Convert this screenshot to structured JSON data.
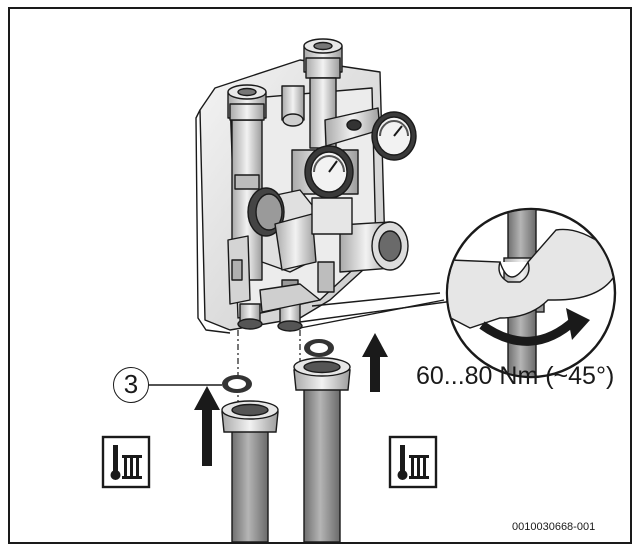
{
  "callout": {
    "number": "3"
  },
  "torque_label": "60...80 Nm (~45°)",
  "part_number": "0010030668-001",
  "icons": {
    "left": "heating-flow-temperature-icon",
    "right": "heating-flow-temperature-icon"
  },
  "colors": {
    "line": "#1a1a1a",
    "pipe": "#8a8a8a",
    "metal": "#d9d9d9",
    "dark_metal": "#5a5a5a"
  }
}
